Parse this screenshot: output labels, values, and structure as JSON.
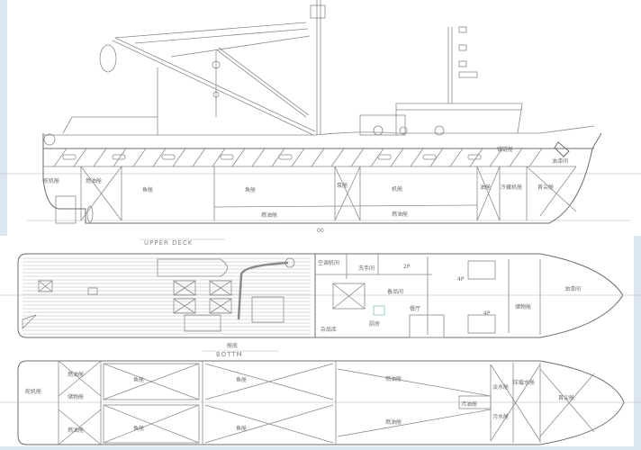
{
  "drawing": {
    "profile": {
      "labels": {
        "steering_gear": "舵机舱",
        "fuel_aft": "燃油舱",
        "fish_hold_1": "鱼舱",
        "fish_hold_2": "鱼舱",
        "engine_room": "机舱",
        "fuel_1": "燃油舱",
        "fuel_2": "燃油舱",
        "oil_tank": "油舱",
        "cold_room": "冷藏机舱",
        "fore_peak": "首尖舱",
        "chain_locker": "锚链舱",
        "paint_store": "油漆间",
        "pump": "泵舱"
      },
      "scale_mark": "00"
    },
    "upper_deck": {
      "title": "UPPER DECK",
      "subtitle": "舱底",
      "labels": {
        "ac_room": "空调机间",
        "toilet": "洗手间",
        "store": "备品间",
        "mess": "餐厅",
        "galley": "厨房",
        "misc_store": "杂品库",
        "cabin_1": "2P",
        "cabin_2": "4P",
        "cabin_3": "4P",
        "storage": "储物舱",
        "paint": "油漆间"
      }
    },
    "bottom": {
      "title_cn": "舱底",
      "title": "BOTTM",
      "labels": {
        "steering": "舵机舱",
        "fuel_p": "燃油舱",
        "fuel_s": "燃油舱",
        "storage": "储物舱",
        "fish_1": "鱼舱",
        "fish_2": "鱼舱",
        "fish_3": "鱼舱",
        "fish_4": "鱼舱",
        "fuel_fwd_p": "燃油舱",
        "fuel_fwd_s": "燃油舱",
        "tank_a": "淡水舱",
        "tank_b": "污水舱",
        "tank_c": "压载水舱",
        "sewage": "污油舱",
        "fore": "首尖舱"
      }
    }
  }
}
